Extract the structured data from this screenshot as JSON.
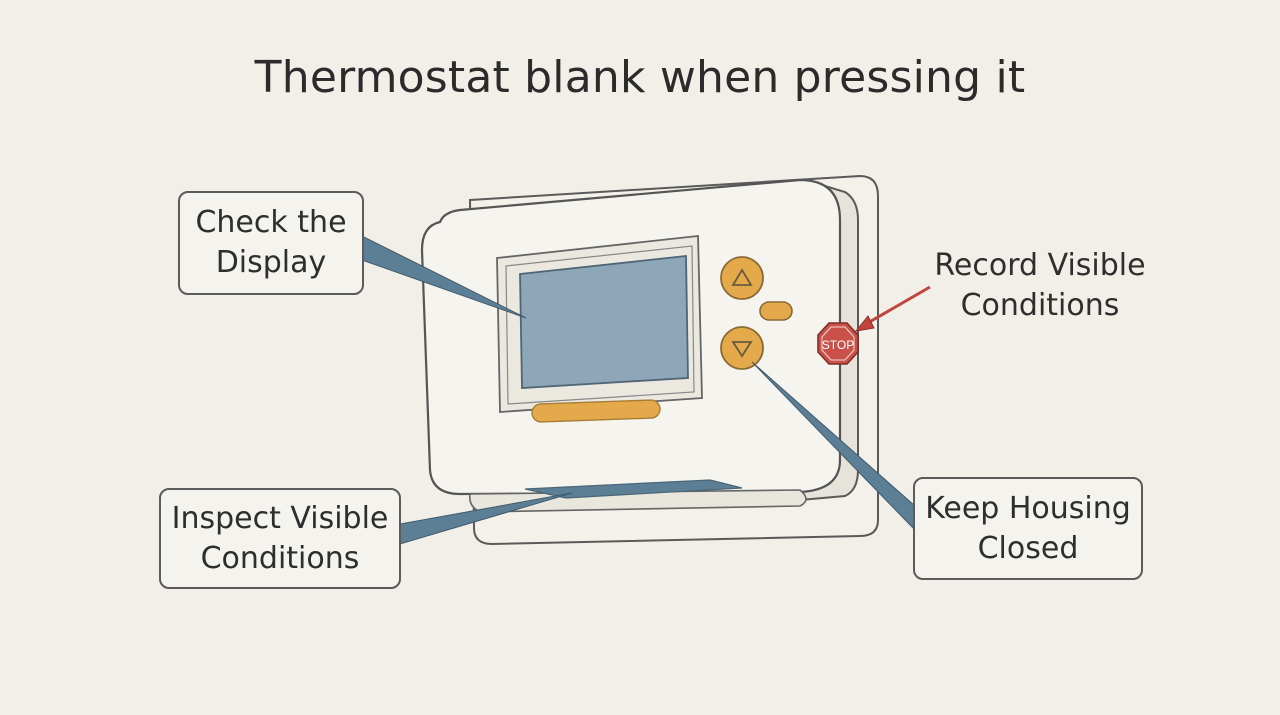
{
  "title": "Thermostat blank when pressing it",
  "labels": {
    "check_display": "Check the\nDisplay",
    "record_conditions": "Record Visible\nConditions",
    "inspect_conditions": "Inspect Visible\nConditions",
    "keep_closed": "Keep Housing\nClosed"
  },
  "stop_sign_text": "STOP",
  "icons": {
    "up_button": "triangle-up-icon",
    "down_button": "triangle-down-icon",
    "stop_sign": "stop-sign-icon"
  },
  "colors": {
    "background": "#f1efe8",
    "screen": "#8da6b8",
    "button": "#e3a94a",
    "pointer": "#5d7f96",
    "stop_sign": "#c9514a",
    "arrow": "#c0453f"
  }
}
